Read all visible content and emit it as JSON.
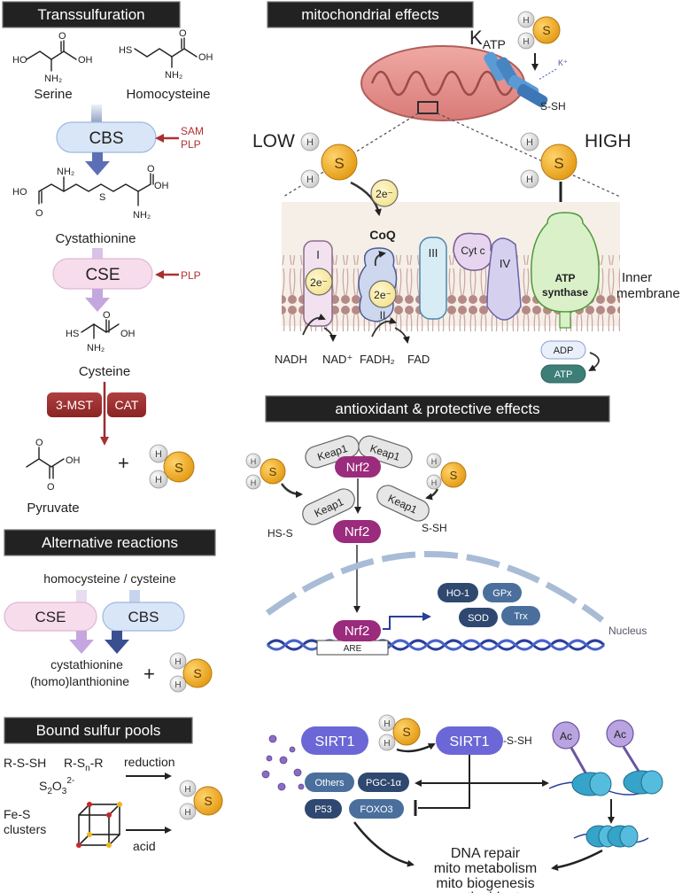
{
  "sections": {
    "transsulfuration": {
      "title": "Transsulfuration",
      "serine": "Serine",
      "homocysteine": "Homocysteine",
      "cbs": "CBS",
      "sam": "SAM",
      "plp1": "PLP",
      "cystathionine": "Cystathionine",
      "cse": "CSE",
      "plp2": "PLP",
      "cysteine": "Cysteine",
      "mst": "3-MST",
      "cat": "CAT",
      "pyruvate": "Pyruvate",
      "plus": "+"
    },
    "alternative": {
      "title": "Alternative reactions",
      "substrates": "homocysteine / cysteine",
      "cse": "CSE",
      "cbs": "CBS",
      "product1": "cystathionine",
      "product2": "(homo)lanthionine",
      "plus": "+"
    },
    "bound": {
      "title": "Bound sulfur pools",
      "rssh": "R-S-SH",
      "rsnr_a": "R-S",
      "rsnr_n": "n",
      "rsnr_b": "-R",
      "s2o3_a": "S",
      "s2o3_2": "2",
      "s2o3_b": "O",
      "s2o3_3": "3",
      "s2o3_charge": "2-",
      "reduction": "reduction",
      "fes1": "Fe-S",
      "fes2": "clusters",
      "acid": "acid"
    },
    "mito": {
      "title": "mitochondrial effects",
      "katp_k": "K",
      "katp_sub": "ATP",
      "kplus": "K⁺",
      "ssh": "S-SH",
      "low": "LOW",
      "high": "HIGH",
      "electron": "2e⁻",
      "coq": "CoQ",
      "complex1": "I",
      "complex2": "II",
      "complex3": "III",
      "cytc": "Cyt c",
      "complex4": "IV",
      "atp_synthase_1": "ATP",
      "atp_synthase_2": "synthase",
      "inner1": "Inner",
      "inner2": "membrane",
      "nadh": "NADH",
      "nad": "NAD⁺",
      "fadh2": "FADH₂",
      "fad": "FAD",
      "adp": "ADP",
      "atp": "ATP"
    },
    "antiox": {
      "title": "antioxidant & protective effects",
      "keap1": "Keap1",
      "nrf2": "Nrf2",
      "hs_s": "HS-S",
      "s_sh": "S-SH",
      "ho1": "HO-1",
      "gpx": "GPx",
      "sod": "SOD",
      "trx": "Trx",
      "are": "ARE",
      "nucleus": "Nucleus"
    },
    "sirt": {
      "sirt1": "SIRT1",
      "s_sh": "-S-SH",
      "others": "Others",
      "pgc": "PGC-1α",
      "p53": "P53",
      "foxo3": "FOXO3",
      "ac": "Ac",
      "outcomes": [
        "DNA repair",
        "mito metabolism",
        "mito biogenesis",
        "antioxidant"
      ]
    }
  },
  "molecule": {
    "h": "H",
    "s": "S"
  },
  "colors": {
    "sulfur": "#f0a526",
    "cbs": "#d9e6f7",
    "cse": "#f7dcec",
    "enzyme_red": "#b03a3a",
    "nrf2": "#9b2b7c",
    "sirt1": "#6b67d6",
    "dark_blue": "#2f4870",
    "mid_blue": "#4a6f9c"
  }
}
